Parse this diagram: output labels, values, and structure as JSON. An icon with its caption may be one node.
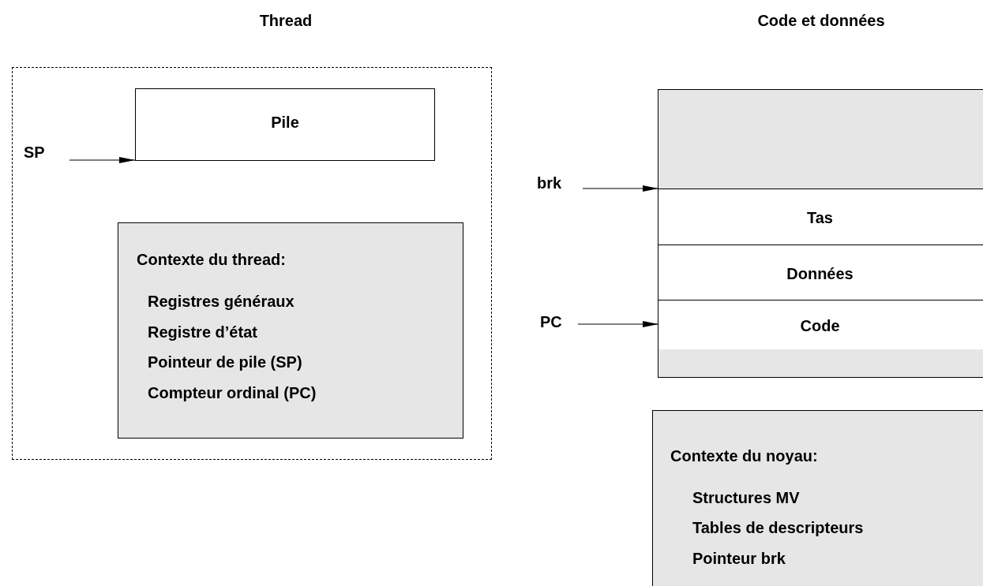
{
  "diagram": {
    "nodes": [
      {
        "text": [],
        "shape": "box"
      },
      {
        "text": [
          "Pile"
        ],
        "in": 0
      },
      {
        "text": [
          "Contexte du thread:",
          "Registres généraux",
          "Registre d’état",
          "Pointeur de pile (SP)",
          "Compteur ordinal (PC)"
        ],
        "in": 0
      },
      {
        "text": [
          "SP"
        ],
        "in": 0
      },
      {
        "text": [],
        "shape": "box"
      },
      {
        "text": [],
        "shape": "box",
        "in": 4
      },
      {
        "text": [
          "Tas"
        ],
        "in": 4
      },
      {
        "text": [
          "Données"
        ],
        "in": 4
      },
      {
        "text": [
          "Code"
        ],
        "in": 4
      },
      {
        "text": [],
        "shape": "box",
        "in": 4
      },
      {
        "text": [
          "brk"
        ]
      },
      {
        "text": [
          "PC"
        ]
      },
      {
        "text": [
          "Contexte du noyau:",
          "Structures MV",
          "Tables de descripteurs",
          "Pointeur brk"
        ]
      }
    ],
    "edges": [
      {
        "from": 3,
        "to": 1,
        "arrow": "to"
      },
      {
        "from": 10,
        "to": 6,
        "arrow": "to"
      },
      {
        "from": 11,
        "to": 8,
        "arrow": "to"
      }
    ],
    "labels": [
      "Thread",
      "Code et données"
    ]
  }
}
